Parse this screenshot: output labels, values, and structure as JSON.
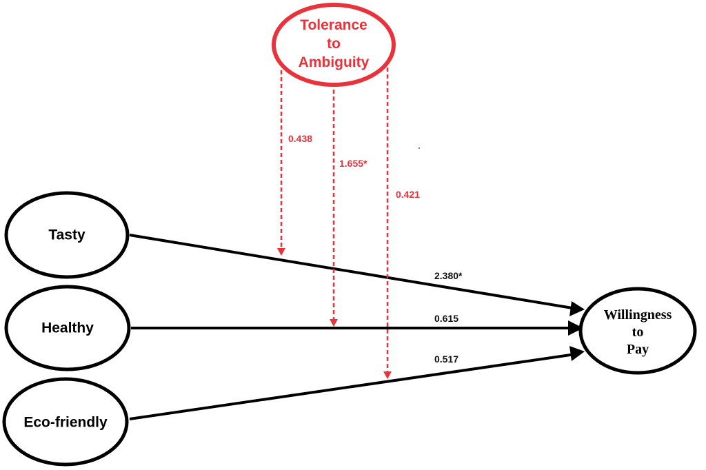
{
  "colors": {
    "moderator": "#e8333a",
    "path": "#000000"
  },
  "moderator": {
    "lines": [
      "Tolerance",
      "to",
      "Ambiguity"
    ]
  },
  "predictors": [
    {
      "label": "Tasty"
    },
    {
      "label": "Healthy"
    },
    {
      "label": "Eco-friendly"
    }
  ],
  "outcome": {
    "lines": [
      "Willingness",
      "to",
      "Pay"
    ]
  },
  "paths": [
    {
      "from": "Tasty",
      "to": "Willingness to Pay",
      "coef": "2.380*"
    },
    {
      "from": "Healthy",
      "to": "Willingness to Pay",
      "coef": "0.615"
    },
    {
      "from": "Eco-friendly",
      "to": "Willingness to Pay",
      "coef": "0.517"
    }
  ],
  "moderation_paths": [
    {
      "target": "Tasty",
      "coef": "0.438"
    },
    {
      "target": "Healthy",
      "coef": "1.655*"
    },
    {
      "target": "Eco-friendly",
      "coef": "0.421"
    }
  ]
}
